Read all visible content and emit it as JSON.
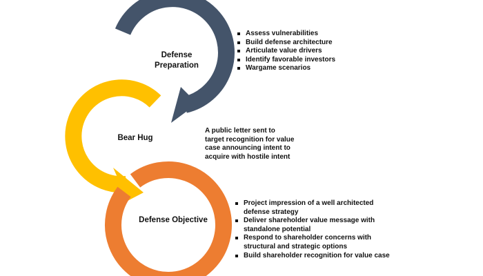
{
  "colors": {
    "preparation": "#44546A",
    "bear_hug": "#FFC000",
    "objective": "#ED7D31"
  },
  "stages": {
    "preparation": {
      "title_line1": "Defense",
      "title_line2": "Preparation",
      "bullets": [
        "Assess vulnerabilities",
        "Build defense architecture",
        "Articulate value drivers",
        "Identify favorable investors",
        "Wargame scenarios"
      ]
    },
    "bear_hug": {
      "title": "Bear Hug",
      "description_lines": [
        "A public letter sent to",
        "target recognition for value",
        "case announcing intent to",
        "acquire with hostile intent"
      ]
    },
    "objective": {
      "title": "Defense Objective",
      "bullets": [
        "Project impression of a well architected",
        "defense strategy",
        "Deliver shareholder value message with",
        "standalone potential",
        "Respond to shareholder concerns with",
        "structural and strategic options",
        "Build shareholder recognition for value case"
      ]
    }
  }
}
